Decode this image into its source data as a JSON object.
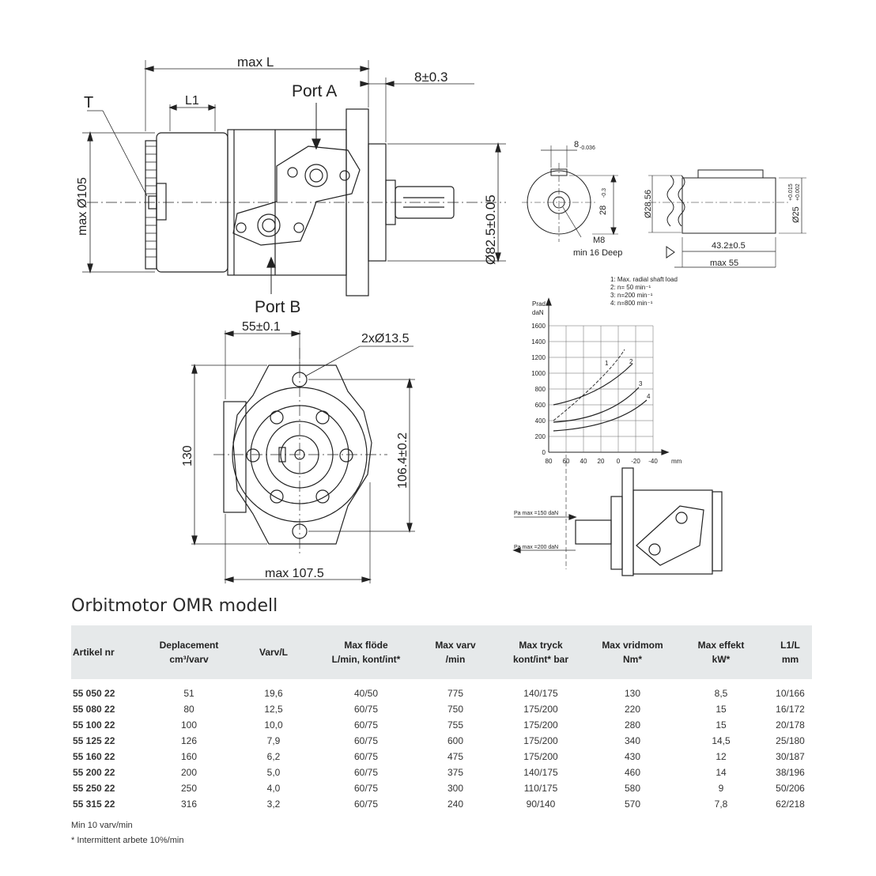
{
  "drawing": {
    "labels": {
      "max_l": "max L",
      "dim_8": "8±0.3",
      "port_a": "Port A",
      "port_b": "Port B",
      "t": "T",
      "l1": "L1",
      "max_d105": "max Ø105",
      "d82": "Ø82.5±0.05",
      "dim_55": "55±0.1",
      "holes": "2xØ13.5",
      "dim_130": "130",
      "dim_106": "106.4±0.2",
      "max_107": "max 107.5",
      "key_8": "8",
      "key_tol": "-0.036",
      "dim_28": "28",
      "dim_28_tol": "-0.3",
      "m8": "M8",
      "m8_depth": "min 16 Deep",
      "d28_56": "Ø28.56",
      "d25": "Ø25",
      "d25_tol_top": "+0.015",
      "d25_tol_bot": "+0.002",
      "dim_43": "43.2±0.5",
      "max_55": "max 55"
    },
    "legend": [
      "1: Max. radial shaft load",
      "2: n= 50 min⁻¹",
      "3: n=200 min⁻¹",
      "4: n=800 min⁻¹"
    ],
    "graph": {
      "y_label": "Prad",
      "y_unit": "daN",
      "y_ticks": [
        "1600",
        "1400",
        "1200",
        "1000",
        "800",
        "600",
        "400",
        "200",
        "0"
      ],
      "x_ticks": [
        "80",
        "60",
        "40",
        "20",
        "0",
        "-20",
        "-40"
      ],
      "x_unit": "mm",
      "curve_ids": [
        "1",
        "2",
        "3",
        "4"
      ],
      "pa_150": "Pa max =150 daN",
      "pa_200": "Pa max =200 daN"
    }
  },
  "title": "Orbitmotor OMR modell",
  "table": {
    "headers": [
      [
        "Artikel nr"
      ],
      [
        "Deplacement",
        "cm³/varv"
      ],
      [
        "Varv/L"
      ],
      [
        "Max flöde",
        "L/min, kont/int*"
      ],
      [
        "Max varv",
        "/min"
      ],
      [
        "Max tryck",
        "kont/int* bar"
      ],
      [
        "Max vridmom",
        "Nm*"
      ],
      [
        "Max effekt",
        "kW*"
      ],
      [
        "L1/L",
        "mm"
      ]
    ],
    "rows": [
      [
        "55 050 22",
        "51",
        "19,6",
        "40/50",
        "775",
        "140/175",
        "130",
        "8,5",
        "10/166"
      ],
      [
        "55 080 22",
        "80",
        "12,5",
        "60/75",
        "750",
        "175/200",
        "220",
        "15",
        "16/172"
      ],
      [
        "55 100 22",
        "100",
        "10,0",
        "60/75",
        "755",
        "175/200",
        "280",
        "15",
        "20/178"
      ],
      [
        "55 125 22",
        "126",
        "7,9",
        "60/75",
        "600",
        "175/200",
        "340",
        "14,5",
        "25/180"
      ],
      [
        "55 160 22",
        "160",
        "6,2",
        "60/75",
        "475",
        "175/200",
        "430",
        "12",
        "30/187"
      ],
      [
        "55 200 22",
        "200",
        "5,0",
        "60/75",
        "375",
        "140/175",
        "460",
        "14",
        "38/196"
      ],
      [
        "55 250 22",
        "250",
        "4,0",
        "60/75",
        "300",
        "110/175",
        "580",
        "9",
        "50/206"
      ],
      [
        "55 315 22",
        "316",
        "3,2",
        "60/75",
        "240",
        "90/140",
        "570",
        "7,8",
        "62/218"
      ]
    ]
  },
  "notes": [
    "Min 10 varv/min",
    "* Intermittent arbete 10%/min"
  ]
}
